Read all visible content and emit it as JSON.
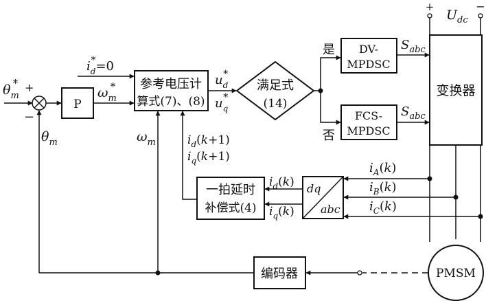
{
  "input": {
    "theta_ref": "θ*m",
    "plus": "+",
    "minus": "−",
    "theta_fb": "θm"
  },
  "blocks": {
    "p": "P",
    "ref_calc_line1": "参考电压计",
    "ref_calc_line2": "算式(7)、(8)",
    "condition_line1": "满足式",
    "condition_line2": "(14)",
    "dv_line1": "DV-",
    "dv_line2": "MPDSC",
    "fcs_line1": "FCS-",
    "fcs_line2": "MPDSC",
    "converter": "变换器",
    "delay_line1": "一拍延时",
    "delay_line2": "补偿式(4)",
    "dq_top": "dq",
    "dq_bottom": "abc",
    "encoder": "编码器",
    "motor": "PMSM"
  },
  "signals": {
    "id_ref": "i*d=0",
    "omega_ref": "ω*m",
    "omega_m": "ωm",
    "ud_ref": "u*d",
    "uq_ref": "u*q",
    "yes": "是",
    "no": "否",
    "sabc_1": "Sabc",
    "sabc_2": "Sabc",
    "dc_plus": "+",
    "dc_minus": "−",
    "udc": "Udc",
    "id_k1": "id(k+1)",
    "iq_k1": "iq(k+1)",
    "id_k": "id(k)",
    "iq_k": "iq(k)",
    "iA": "iA(k)",
    "iB": "iB(k)",
    "iC": "iC(k)"
  }
}
